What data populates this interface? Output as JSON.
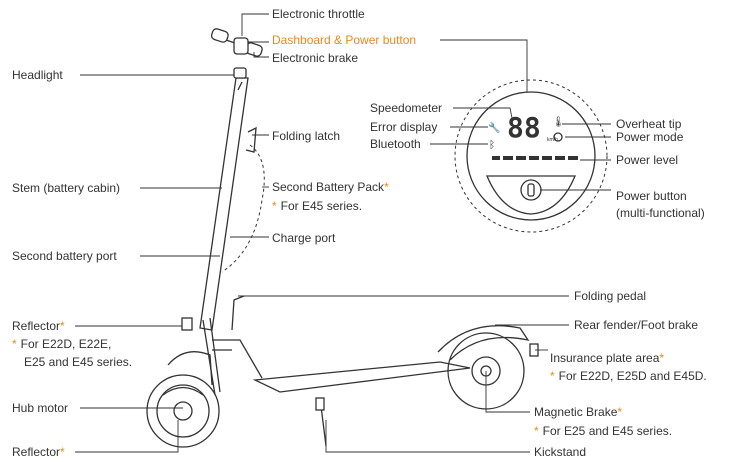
{
  "labels": {
    "electronic_throttle": "Electronic throttle",
    "dashboard_power": "Dashboard & Power button",
    "electronic_brake": "Electronic brake",
    "headlight": "Headlight",
    "folding_latch": "Folding latch",
    "stem": "Stem (battery cabin)",
    "second_battery_pack": "Second Battery Pack",
    "second_battery_note": "For E45 series.",
    "charge_port": "Charge port",
    "second_battery_port": "Second battery port",
    "reflector_top": "Reflector",
    "reflector_note_1": "For E22D, E22E,",
    "reflector_note_2": "E25 and E45 series.",
    "hub_motor": "Hub motor",
    "reflector_bottom": "Reflector",
    "folding_pedal": "Folding pedal",
    "rear_fender": "Rear fender/Foot brake",
    "insurance_plate": "Insurance plate area",
    "insurance_note": "For E22D, E25D and E45D.",
    "magnetic_brake": "Magnetic Brake",
    "magnetic_note": "For E25 and E45 series.",
    "kickstand": "Kickstand",
    "speedometer": "Speedometer",
    "error_display": "Error display",
    "bluetooth": "Bluetooth",
    "overheat_tip": "Overheat tip",
    "power_mode": "Power mode",
    "power_level": "Power level",
    "power_button": "Power button",
    "power_button_note": "(multi-functional)",
    "asterisk": "*"
  },
  "dashboard": {
    "speed_digits": "88",
    "speed_unit": "km/h"
  },
  "colors": {
    "highlight": "#e8891a",
    "line": "#333333"
  }
}
